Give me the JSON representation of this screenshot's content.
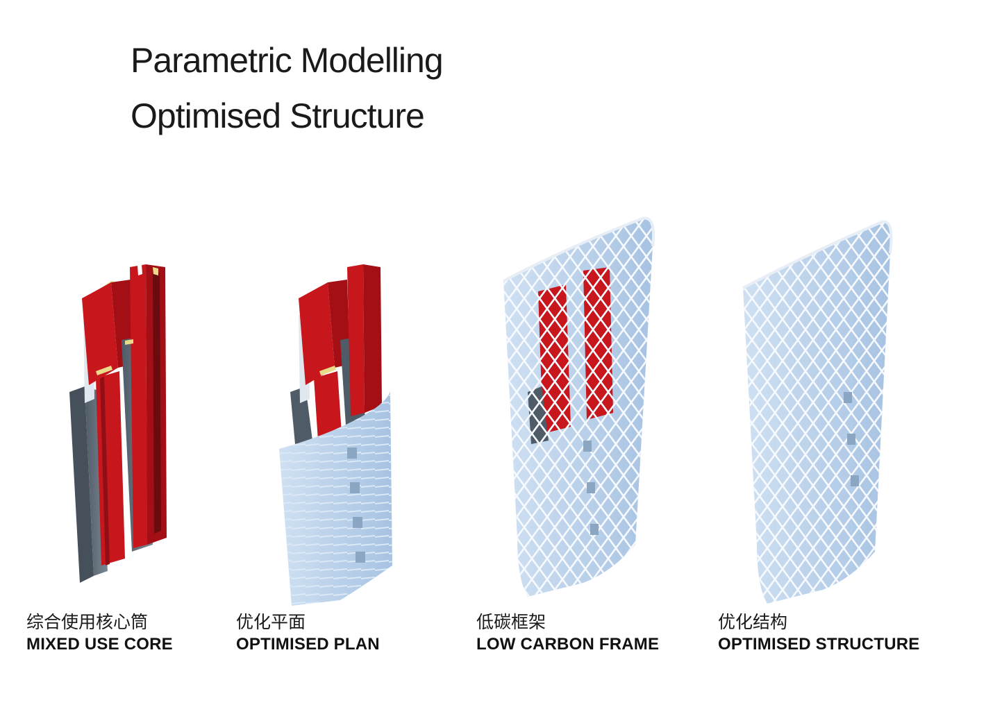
{
  "title": {
    "line1": "Parametric Modelling",
    "line2": "Optimised Structure"
  },
  "panels": [
    {
      "caption_cn": "综合使用核心筒",
      "caption_en": "MIXED USE CORE"
    },
    {
      "caption_cn": "优化平面",
      "caption_en": "OPTIMISED PLAN"
    },
    {
      "caption_cn": "低碳框架",
      "caption_en": "LOW CARBON FRAME"
    },
    {
      "caption_cn": "优化结构",
      "caption_en": "OPTIMISED STRUCTURE"
    }
  ],
  "colors": {
    "core_red": "#c8161d",
    "core_grey": "#5d6a76",
    "shell_blue": "#b9d3ec",
    "lattice_white": "#f4f8fc",
    "accent_yellow": "#e8dc8a"
  }
}
